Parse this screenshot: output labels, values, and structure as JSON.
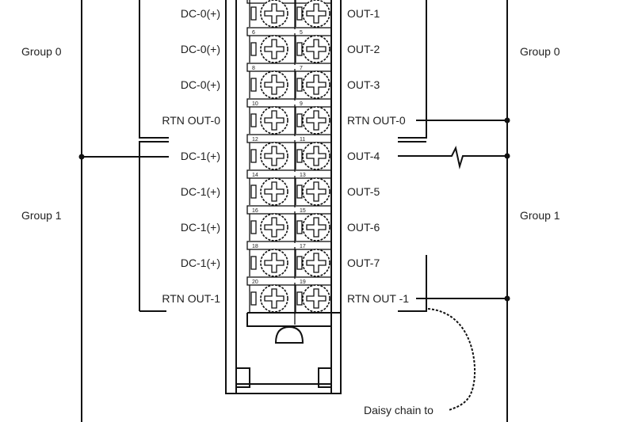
{
  "groups": {
    "left": [
      "Group 0",
      "Group 1"
    ],
    "right": [
      "Group 0",
      "Group 1"
    ]
  },
  "left_terminals": [
    "DC-0(+)",
    "DC-0(+)",
    "DC-0(+)",
    "RTN OUT-0",
    "DC-1(+)",
    "DC-1(+)",
    "DC-1(+)",
    "DC-1(+)",
    "RTN OUT-1"
  ],
  "right_terminals": [
    "OUT-1",
    "OUT-2",
    "OUT-3",
    "RTN OUT-0",
    "OUT-4",
    "OUT-5",
    "OUT-6",
    "OUT-7",
    "RTN OUT -1"
  ],
  "terminal_numbers": {
    "left": [
      "6",
      "8",
      "10",
      "12",
      "14",
      "16",
      "18",
      "20"
    ],
    "right": [
      "5",
      "7",
      "9",
      "11",
      "13",
      "15",
      "17",
      "19"
    ]
  },
  "note": "Daisy chain to"
}
